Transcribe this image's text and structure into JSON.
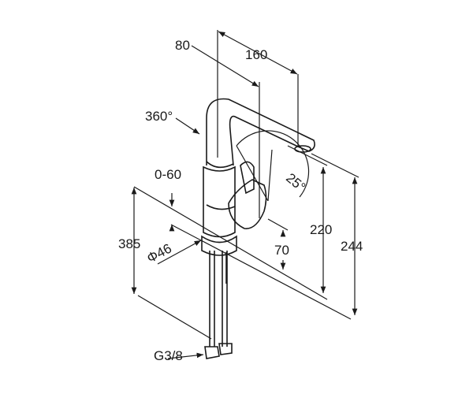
{
  "diagram": {
    "colors": {
      "line": "#1a1a1a",
      "background": "#ffffff"
    },
    "dimensions": {
      "spout_offset": "80",
      "spout_reach": "160",
      "swivel": "360°",
      "lever_angle": "25°",
      "deck_thickness": "0-60",
      "hose_length": "385",
      "base_diameter": "Φ46",
      "lever_height": "70",
      "outlet_height": "220",
      "total_height": "244",
      "connection": "G3/8"
    }
  }
}
